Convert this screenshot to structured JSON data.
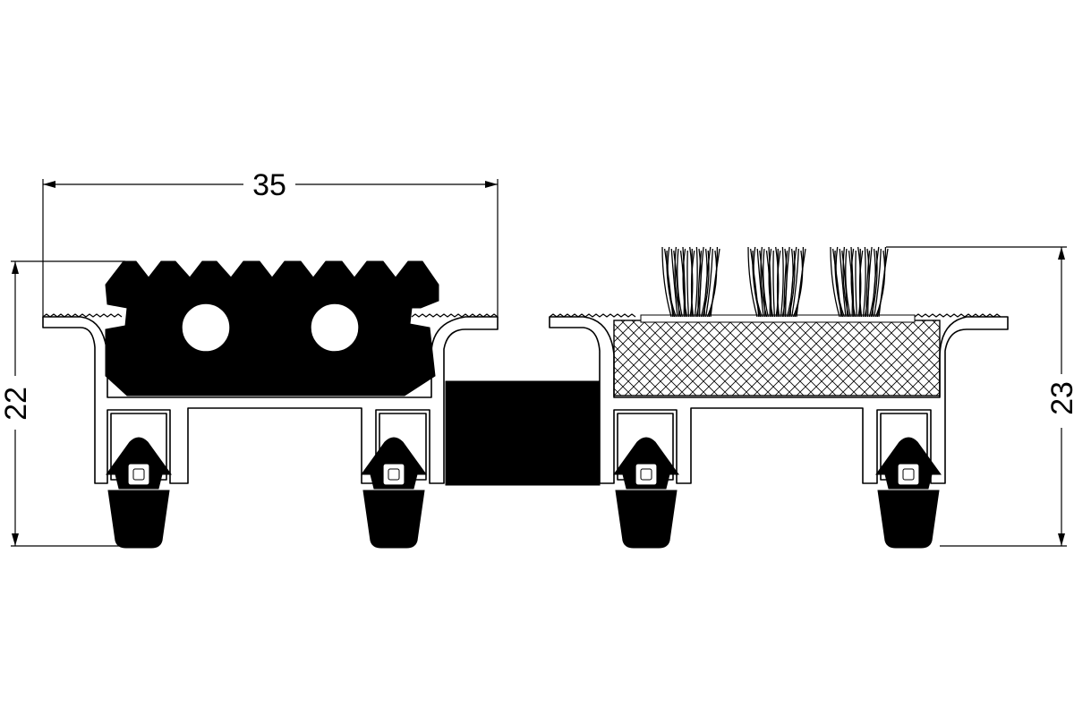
{
  "dimensions": {
    "width_top": "35",
    "height_left": "22",
    "height_right": "23"
  },
  "colors": {
    "line": "#000000",
    "background": "#ffffff",
    "rubber": "#000000"
  }
}
